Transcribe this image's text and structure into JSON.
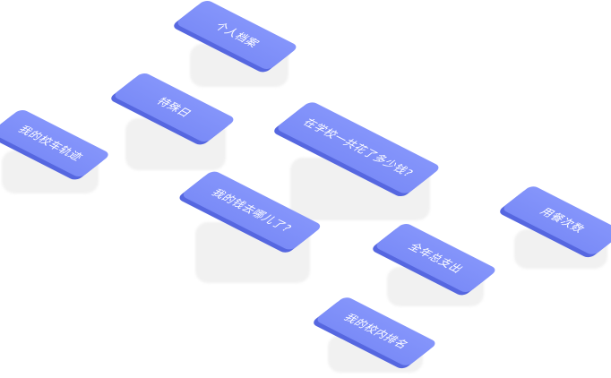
{
  "diagram": {
    "nodes": [
      {
        "id": "personal-records",
        "label": "个人档案"
      },
      {
        "id": "special-day",
        "label": "特殊日"
      },
      {
        "id": "campus-card-track",
        "label": "我的校车轨迹"
      },
      {
        "id": "school-spending",
        "label": "在学校一共花了多少钱?"
      },
      {
        "id": "where-money-went",
        "label": "我的钱去哪儿了?"
      },
      {
        "id": "meal-count",
        "label": "用餐次数"
      },
      {
        "id": "annual-expense",
        "label": "全年总支出"
      },
      {
        "id": "campus-ranking",
        "label": "我的校内排名"
      }
    ]
  },
  "colors": {
    "face": "#7f90f9",
    "side": "#5667e0",
    "shadow": "#f1f1f1",
    "text": "#ffffff"
  }
}
